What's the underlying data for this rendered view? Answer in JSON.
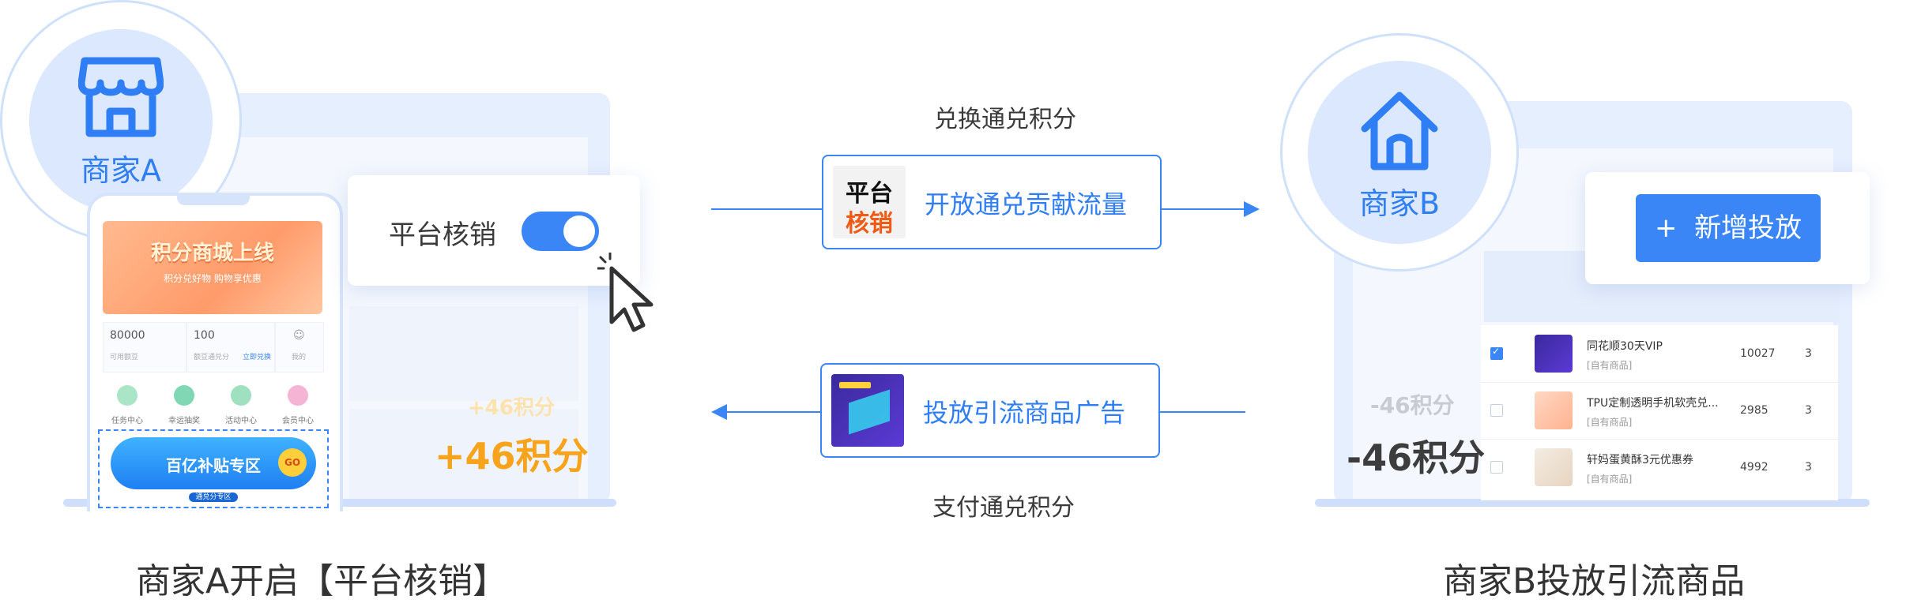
{
  "merchant_a": {
    "name": "商家A",
    "toggle_label": "平台核销",
    "phone": {
      "banner_title": "积分商城上线",
      "banner_subtitle": "积分兑好物 购物享优惠",
      "stats": [
        {
          "value": "80000",
          "label": "可用额豆",
          "extra": ""
        },
        {
          "value": "100",
          "label": "额豆通兑分",
          "extra": "立即兑换"
        },
        {
          "value": "",
          "label": "我的",
          "extra": ""
        }
      ],
      "menu": [
        "任务中心",
        "幸运抽奖",
        "活动中心",
        "会员中心"
      ],
      "zone_title": "百亿补贴专区",
      "zone_go": "GO",
      "zone_sub": "通兑分专区"
    },
    "points_faded": "+46积分",
    "points": "+46积分",
    "caption": "商家A开启【平台核销】"
  },
  "flow": {
    "top_label": "兑换通兑积分",
    "top_card_label": "开放通兑贡献流量",
    "top_card_icon_text": [
      "平台",
      "核销"
    ],
    "bottom_card_label": "投放引流商品广告",
    "bottom_label": "支付通兑积分"
  },
  "merchant_b": {
    "name": "商家B",
    "add_button": "新增投放",
    "add_icon": "+",
    "points_faded": "-46积分",
    "points": "-46积分",
    "table": [
      {
        "checked": true,
        "name": "同花顺30天VIP",
        "tag": "[自有商品]",
        "value": "10027",
        "count": "3"
      },
      {
        "checked": false,
        "name": "TPU定制透明手机软壳兑...",
        "tag": "[自有商品]",
        "value": "2985",
        "count": "3"
      },
      {
        "checked": false,
        "name": "轩妈蛋黄酥3元优惠券",
        "tag": "[自有商品]",
        "value": "4992",
        "count": "3"
      }
    ],
    "caption": "商家B投放引流商品"
  },
  "colors": {
    "accent": "#3b86f7",
    "points": "#f7a31b",
    "text": "#333333"
  },
  "icons": [
    "store-icon",
    "house-icon",
    "cursor-icon",
    "toggle-switch",
    "checkbox-icon"
  ]
}
